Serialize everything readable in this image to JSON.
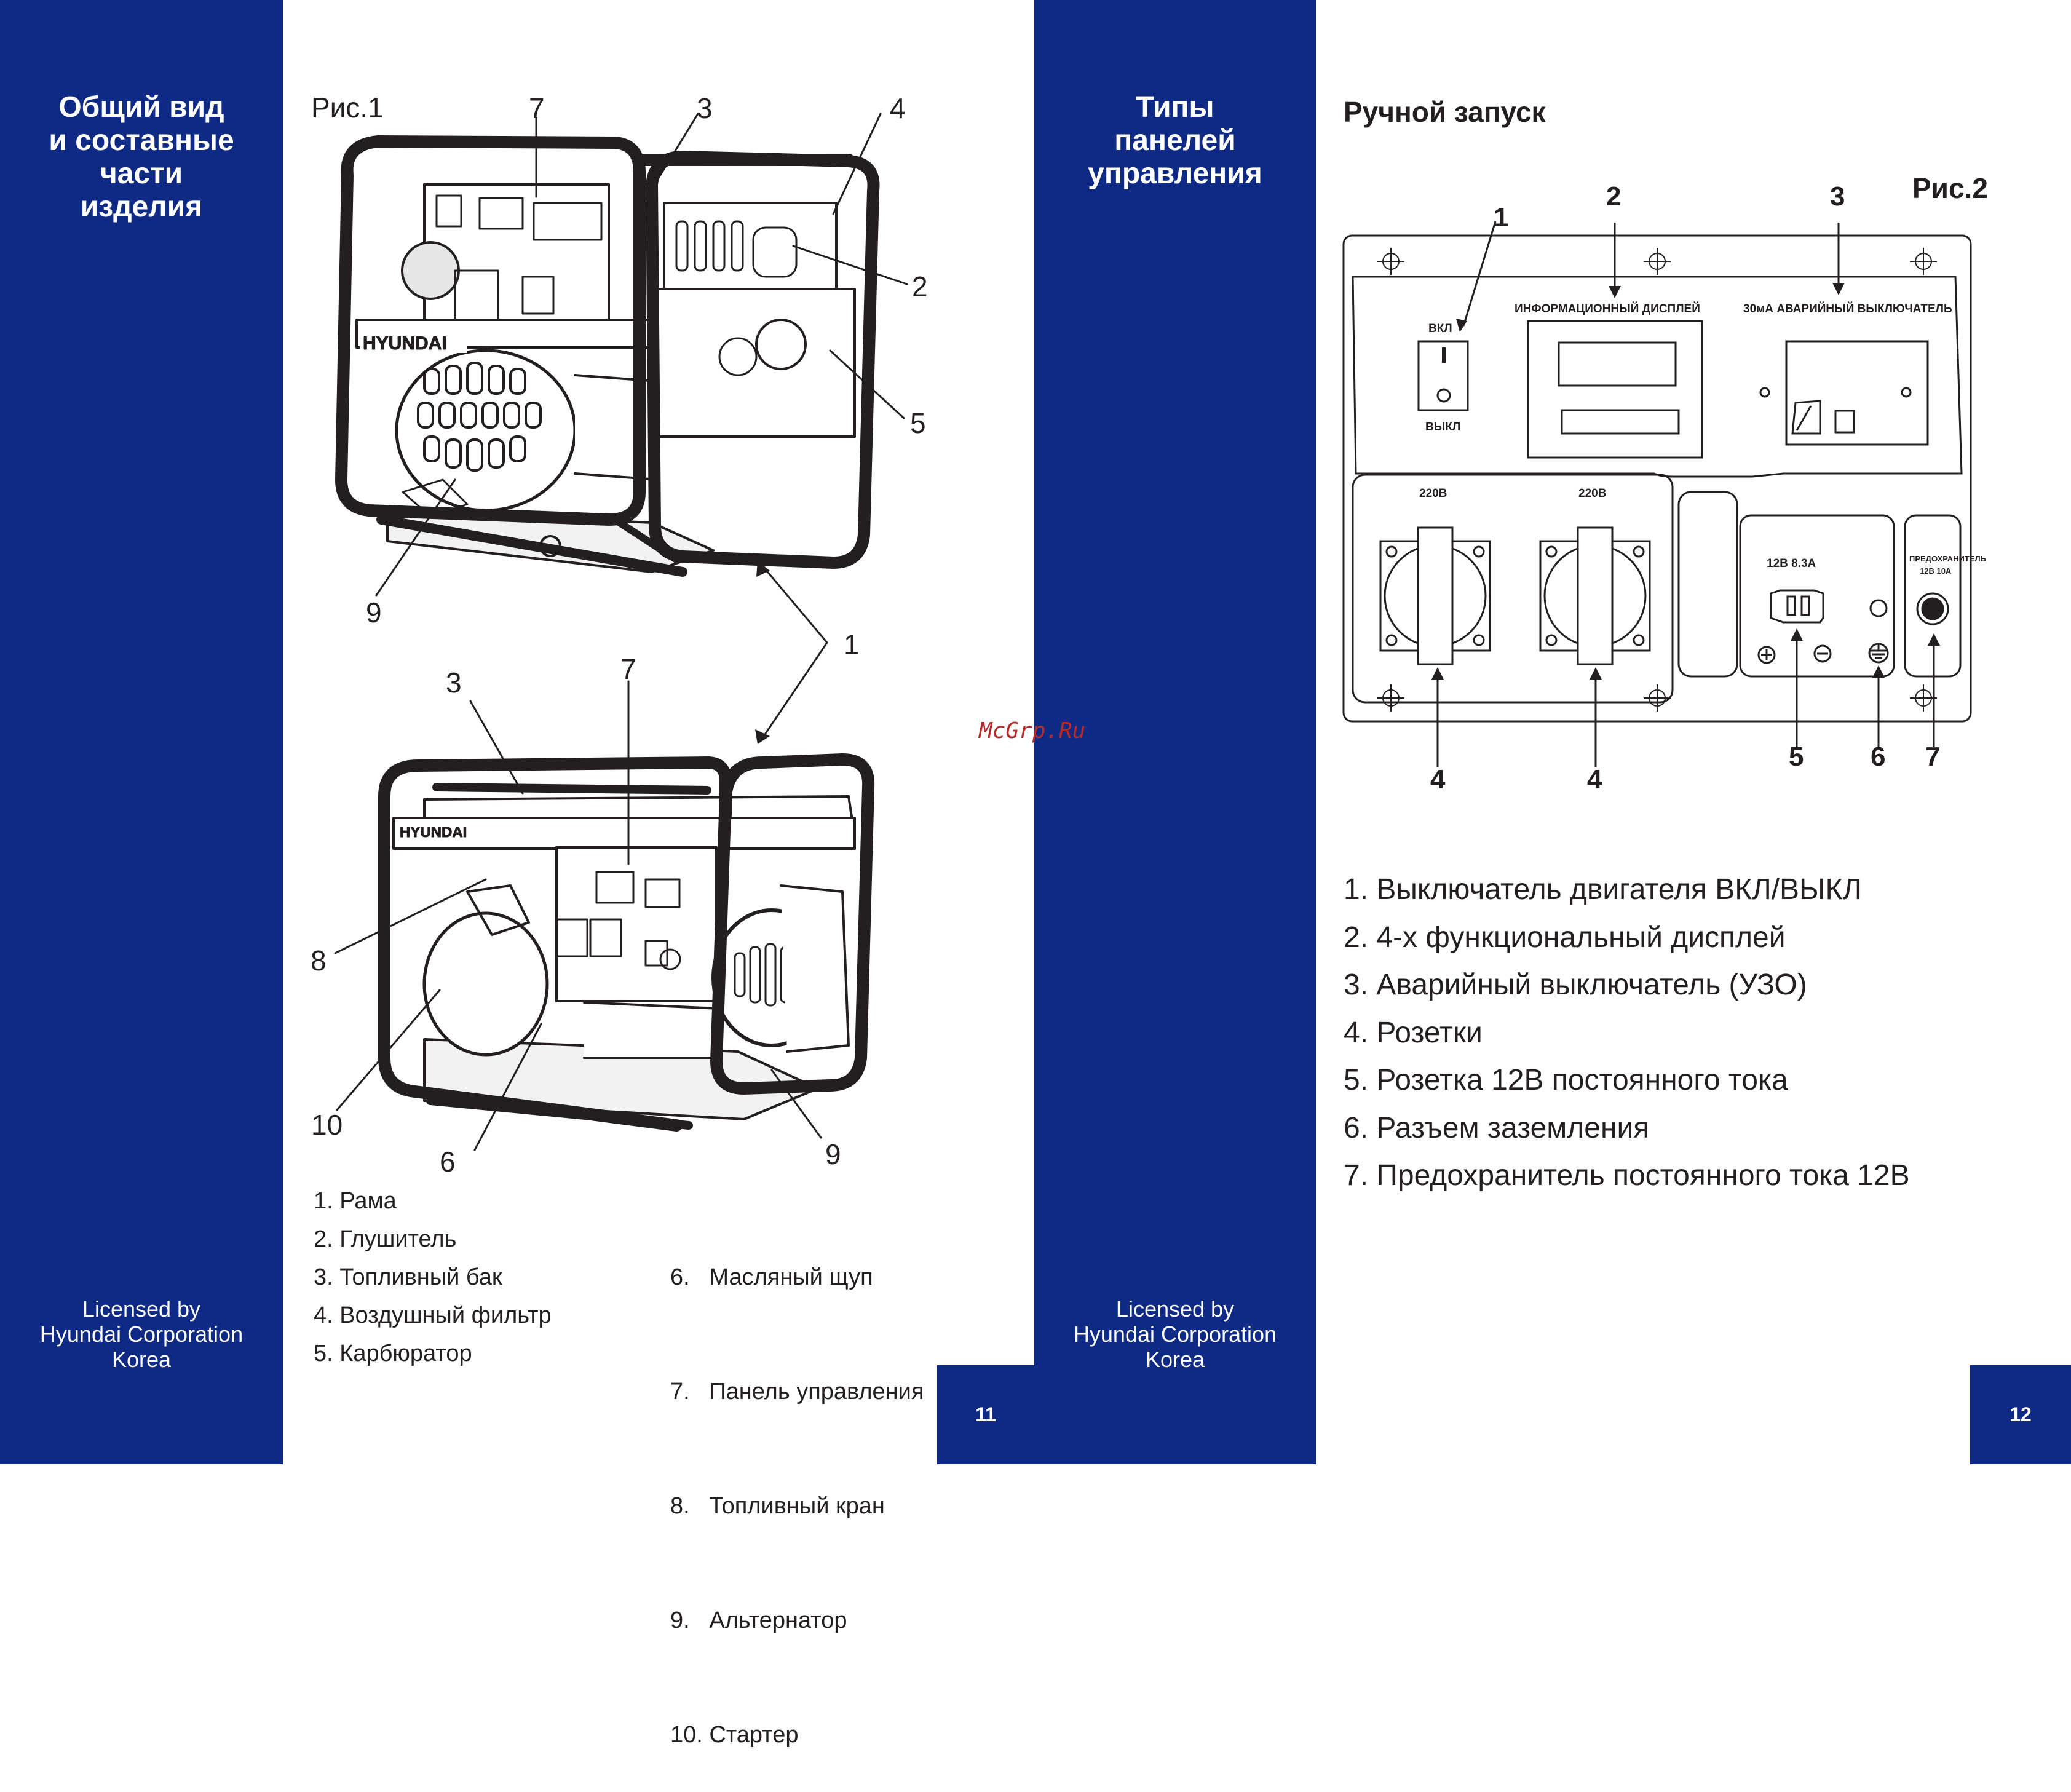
{
  "left_page": {
    "sidebar_title": [
      "Общий вид",
      "и составные",
      "части",
      "изделия"
    ],
    "figure_label": "Рис.1",
    "callouts": {
      "c1": "1",
      "c2": "2",
      "c3": "3",
      "c4": "4",
      "c5": "5",
      "c6": "6",
      "c7": "7",
      "c8": "8",
      "c9": "9",
      "c10": "10"
    },
    "brand": "HYUNDAI",
    "parts_col1": [
      "1. Рама",
      "2. Глушитель",
      "3. Топливный бак",
      "4. Воздушный фильтр",
      "5. Карбюратор"
    ],
    "parts_col2": [
      "6.   Масляный щуп",
      "7.   Панель управления",
      "8.   Топливный кран",
      "9.   Альтернатор",
      "10. Стартер"
    ],
    "license": [
      "Licensed by",
      "Hyundai Corporation",
      "Korea"
    ],
    "page_number": "11"
  },
  "right_page": {
    "sidebar_title": [
      "Типы",
      "панелей",
      "управления"
    ],
    "heading": "Ручной запуск",
    "figure_label": "Рис.2",
    "panel": {
      "on_label": "ВКЛ",
      "off_label": "ВЫКЛ",
      "display_label": "ИНФОРМАЦИОННЫЙ ДИСПЛЕЙ",
      "rcd_label": "30мА АВАРИЙНЫЙ ВЫКЛЮЧАТЕЛЬ",
      "socket1_label": "220В",
      "socket2_label": "220В",
      "dc_label": "12В 8.3А",
      "fuse_label": [
        "ПРЕДОХРАНИТЕЛЬ",
        "12В 10А"
      ]
    },
    "callouts": {
      "c1": "1",
      "c2": "2",
      "c3": "3",
      "c4a": "4",
      "c4b": "4",
      "c5": "5",
      "c6": "6",
      "c7": "7"
    },
    "legend": [
      "1. Выключатель двигателя ВКЛ/ВЫКЛ",
      "2. 4-х функциональный дисплей",
      "3. Аварийный выключатель (УЗО)",
      "4. Розетки",
      "5. Розетка 12В постоянного тока",
      "6. Разъем заземления",
      "7. Предохранитель постоянного тока 12В"
    ],
    "license": [
      "Licensed by",
      "Hyundai Corporation",
      "Korea"
    ],
    "page_number": "12"
  },
  "watermark": "McGrp.Ru",
  "colors": {
    "band": "#0e2a84",
    "text": "#231f20",
    "watermark": "#b52a2a"
  }
}
